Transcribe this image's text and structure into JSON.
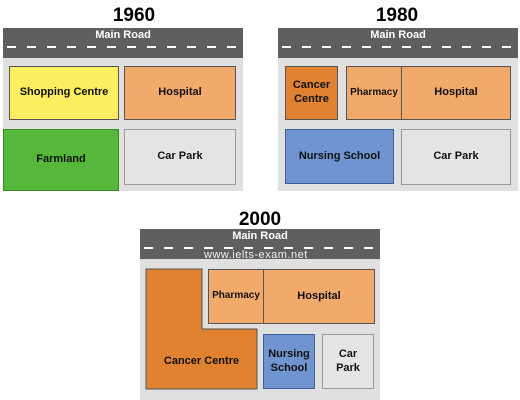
{
  "maps": {
    "m1960": {
      "year": "1960",
      "road": "Main Road",
      "plots": {
        "shopping_centre": "Shopping Centre",
        "hospital": "Hospital",
        "farmland": "Farmland",
        "car_park": "Car Park"
      }
    },
    "m1980": {
      "year": "1980",
      "road": "Main Road",
      "plots": {
        "cancer_centre_line1": "Cancer",
        "cancer_centre_line2": "Centre",
        "pharmacy": "Pharmacy",
        "hospital": "Hospital",
        "nursing_school": "Nursing School",
        "car_park": "Car Park"
      }
    },
    "m2000": {
      "year": "2000",
      "road": "Main Road",
      "watermark": "www.ielts-exam.net",
      "plots": {
        "pharmacy": "Pharmacy",
        "hospital": "Hospital",
        "cancer_centre": "Cancer Centre",
        "nursing_school_line1": "Nursing",
        "nursing_school_line2": "School",
        "car_park_line1": "Car",
        "car_park_line2": "Park"
      }
    }
  },
  "colors": {
    "road": "#5f5f5f",
    "background": "#e0e0e0",
    "shopping_centre": "#fbee60",
    "hospital": "#f2a96c",
    "farmland": "#55b83a",
    "car_park": "#e4e4e4",
    "cancer_centre": "#e0822f",
    "nursing_school": "#6f94cf"
  }
}
